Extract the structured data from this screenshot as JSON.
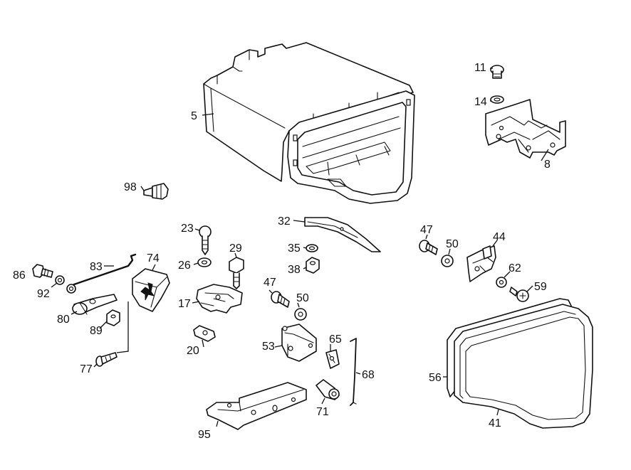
{
  "callouts": [
    {
      "id": "5",
      "text": "5"
    },
    {
      "id": "8",
      "text": "8"
    },
    {
      "id": "11",
      "text": "11"
    },
    {
      "id": "14",
      "text": "14"
    },
    {
      "id": "17",
      "text": "17"
    },
    {
      "id": "20",
      "text": "20"
    },
    {
      "id": "23",
      "text": "23"
    },
    {
      "id": "26",
      "text": "26"
    },
    {
      "id": "29",
      "text": "29"
    },
    {
      "id": "32",
      "text": "32"
    },
    {
      "id": "35",
      "text": "35"
    },
    {
      "id": "38",
      "text": "38"
    },
    {
      "id": "41",
      "text": "41"
    },
    {
      "id": "44",
      "text": "44"
    },
    {
      "id": "47a",
      "text": "47"
    },
    {
      "id": "47b",
      "text": "47"
    },
    {
      "id": "50a",
      "text": "50"
    },
    {
      "id": "50b",
      "text": "50"
    },
    {
      "id": "53",
      "text": "53"
    },
    {
      "id": "56",
      "text": "56"
    },
    {
      "id": "59",
      "text": "59"
    },
    {
      "id": "62",
      "text": "62"
    },
    {
      "id": "65",
      "text": "65"
    },
    {
      "id": "68",
      "text": "68"
    },
    {
      "id": "71",
      "text": "71"
    },
    {
      "id": "74",
      "text": "74"
    },
    {
      "id": "77",
      "text": "77"
    },
    {
      "id": "80",
      "text": "80"
    },
    {
      "id": "83",
      "text": "83"
    },
    {
      "id": "86",
      "text": "86"
    },
    {
      "id": "89",
      "text": "89"
    },
    {
      "id": "92",
      "text": "92"
    },
    {
      "id": "95",
      "text": "95"
    },
    {
      "id": "98",
      "text": "98"
    }
  ]
}
